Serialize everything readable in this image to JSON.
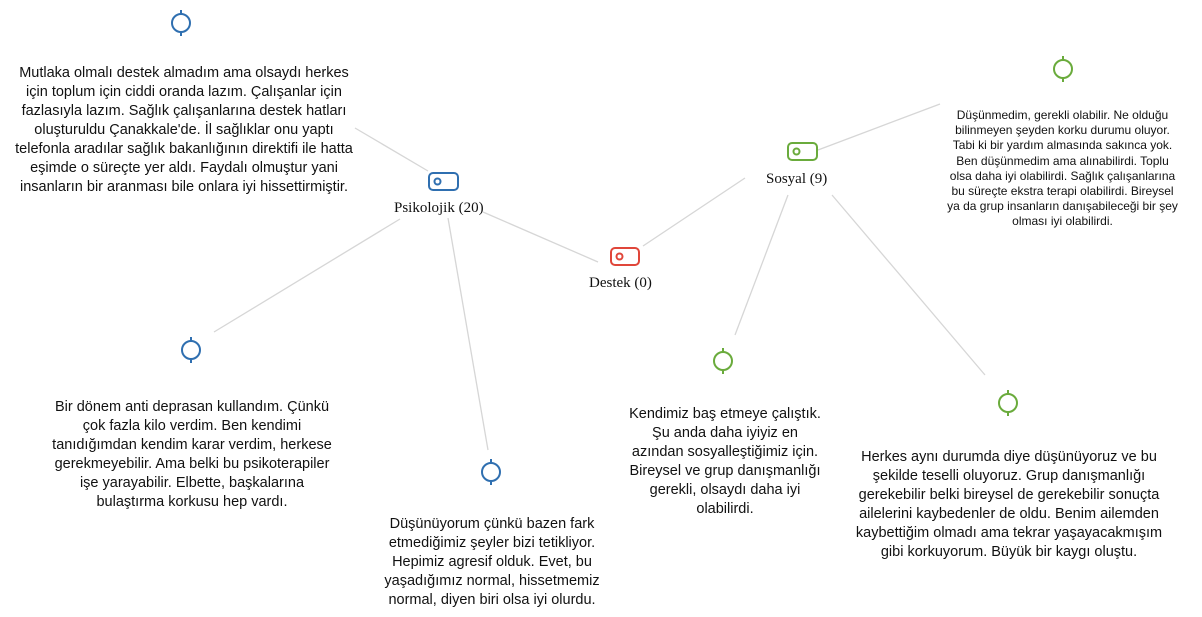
{
  "colors": {
    "blue": "#2f6fb0",
    "green": "#6aab3c",
    "red": "#e0463a",
    "edge": "#d6d6d6"
  },
  "nodes": {
    "center": {
      "label": "Destek (0)",
      "icon": "tag-icon"
    },
    "psychological": {
      "label": "Psikolojik (20)",
      "icon": "tag-icon"
    },
    "social": {
      "label": "Sosyal (9)",
      "icon": "tag-icon"
    }
  },
  "quotes": {
    "psych_top": "Mutlaka olmalı destek almadım ama olsaydı herkes için toplum için ciddi oranda lazım. Çalışanlar için fazlasıyla lazım.  Sağlık çalışanlarına destek hatları oluşturuldu Çanakkale'de. İl sağlıklar onu yaptı telefonla aradılar sağlık bakanlığının direktifi ile hatta eşimde o süreçte yer aldı.  Faydalı olmuştur yani insanların bir aranması bile onlara iyi hissettirmiştir.",
    "psych_left": "Bir dönem anti deprasan kullandım. Çünkü çok fazla kilo verdim. Ben kendimi tanıdığımdan kendim karar verdim, herkese gerekmeyebilir. Ama belki bu psikoterapiler işe yarayabilir. Elbette, başkalarına bulaştırma korkusu hep vardı.",
    "psych_bottom": "Düşünüyorum çünkü bazen fark etmediğimiz şeyler bizi tetikliyor. Hepimiz agresif olduk. Evet, bu yaşadığımız normal, hissetmemiz normal, diyen biri olsa iyi olurdu.",
    "social_top": "Düşünmedim, gerekli olabilir. Ne olduğu bilinmeyen şeyden korku durumu oluyor.  Tabi ki bir yardım almasında sakınca yok. Ben düşünmedim ama alınabilirdi. Toplu olsa daha iyi olabilirdi. Sağlık çalışanlarına bu süreçte ekstra terapi olabilirdi. Bireysel ya da grup insanların danışabileceği bir şey olması iyi olabilirdi.",
    "social_mid": "Kendimiz baş etmeye çalıştık. Şu anda daha iyiyiz en azından sosyalleştiğimiz için. Bireysel ve grup danışmanlığı gerekli, olsaydı daha iyi olabilirdi.",
    "social_right": "Herkes aynı durumda diye düşünüyoruz ve bu şekilde teselli oluyoruz. Grup danışmanlığı gerekebilir belki bireysel de gerekebilir sonuçta ailelerini kaybedenler de oldu. Benim ailemden kaybettiğim olmadı ama tekrar yaşayacakmışım gibi korkuyorum. Büyük bir kaygı oluştu."
  },
  "quote_icon": "quote-pin-icon"
}
